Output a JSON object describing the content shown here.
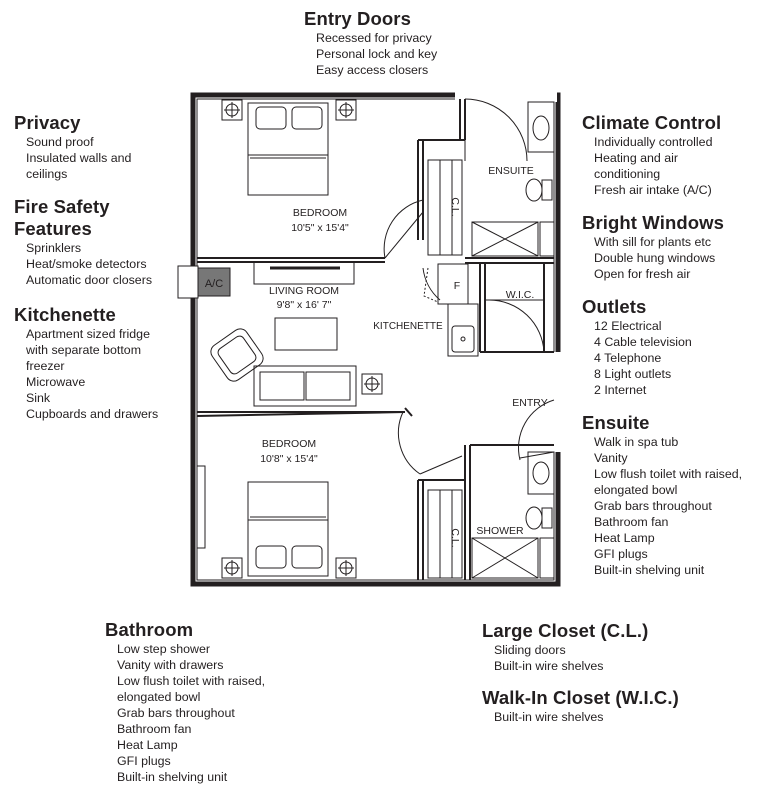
{
  "entry_doors": {
    "title": "Entry Doors",
    "items": [
      "Recessed for privacy",
      "Personal lock and key",
      "Easy access closers"
    ]
  },
  "privacy": {
    "title": "Privacy",
    "items": [
      "Sound proof",
      "Insulated walls and",
      "ceilings"
    ]
  },
  "fire_safety": {
    "title_line1": "Fire Safety",
    "title_line2": "Features",
    "items": [
      "Sprinklers",
      "Heat/smoke detectors",
      "Automatic door closers"
    ]
  },
  "kitchenette": {
    "title": "Kitchenette",
    "items": [
      "Apartment sized fridge",
      "with separate bottom",
      "freezer",
      "Microwave",
      "Sink",
      "Cupboards and drawers"
    ]
  },
  "climate_control": {
    "title": "Climate Control",
    "items": [
      "Individually controlled",
      "Heating and air",
      "conditioning",
      "Fresh air intake (A/C)"
    ]
  },
  "bright_windows": {
    "title": "Bright Windows",
    "items": [
      "With sill for plants etc",
      "Double hung windows",
      "Open for fresh air"
    ]
  },
  "outlets": {
    "title": "Outlets",
    "items": [
      "12 Electrical",
      "4 Cable television",
      "4 Telephone",
      "8 Light outlets",
      "2 Internet"
    ]
  },
  "ensuite": {
    "title": "Ensuite",
    "items": [
      "Walk in spa tub",
      "Vanity",
      "Low flush toilet with raised,",
      "elongated bowl",
      "Grab bars throughout",
      "Bathroom fan",
      "Heat Lamp",
      "GFI plugs",
      "Built-in shelving unit"
    ]
  },
  "bathroom": {
    "title": "Bathroom",
    "items": [
      "Low step shower",
      "Vanity with drawers",
      "Low flush toilet with raised,",
      "elongated bowl",
      "Grab bars throughout",
      "Bathroom fan",
      "Heat Lamp",
      "GFI plugs",
      "Built-in shelving unit"
    ]
  },
  "large_closet": {
    "title": "Large Closet (C.L.)",
    "items": [
      "Sliding doors",
      "Built-in wire shelves"
    ]
  },
  "walk_in_closet": {
    "title": "Walk-In Closet (W.I.C.)",
    "items": [
      "Built-in wire shelves"
    ]
  },
  "plan": {
    "bedroom1_label": "BEDROOM",
    "bedroom1_size": "10'5\" x 15'4\"",
    "ensuite_label": "ENSUITE",
    "cl_label": "C.L.",
    "living_label": "LIVING ROOM",
    "living_size": "9'8\" x 16' 7\"",
    "ac_label": "A/C",
    "fridge_label": "F",
    "wic_label": "W.I.C.",
    "kitchenette_label": "KITCHENETTE",
    "entry_label": "ENTRY",
    "bedroom2_label": "BEDROOM",
    "bedroom2_size": "10'8\" x 15'4\"",
    "shower_label": "SHOWER",
    "cl2_label": "C.L."
  }
}
